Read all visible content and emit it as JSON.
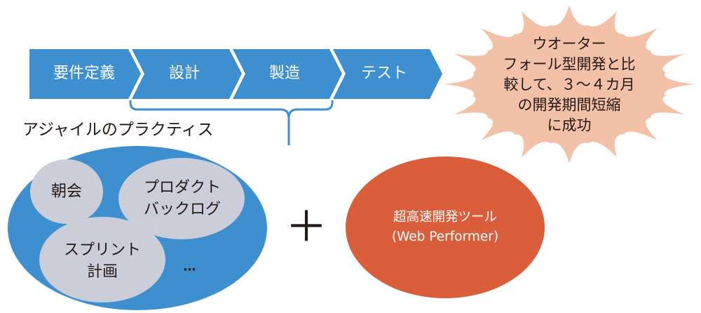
{
  "colors": {
    "process_blue": "#3d8fcf",
    "bracket_blue": "#3d8fcf",
    "practice_bubble": "#cbced9",
    "tool_orange": "#db5e3c",
    "burst_peach": "#f3c1a8",
    "text_dark": "#231815",
    "text_light": "#ffffff"
  },
  "process": {
    "phases": [
      {
        "label": "要件定義"
      },
      {
        "label": "設計"
      },
      {
        "label": "製造"
      },
      {
        "label": "テスト"
      }
    ]
  },
  "agile": {
    "title": "アジャイルのプラクティス",
    "practices": [
      {
        "lines": [
          "朝会"
        ]
      },
      {
        "lines": [
          "プロダクト",
          "バックログ"
        ]
      },
      {
        "lines": [
          "スプリント",
          "計画"
        ]
      }
    ],
    "more": "…"
  },
  "operator": "＋",
  "tool": {
    "lines": [
      "超高速開発ツール",
      "(Web Performer)"
    ]
  },
  "result": {
    "lines": [
      "ウオーター",
      "フォール型開発と比",
      "較して、３～４カ月",
      "の開発期間短縮",
      "に成功"
    ]
  }
}
